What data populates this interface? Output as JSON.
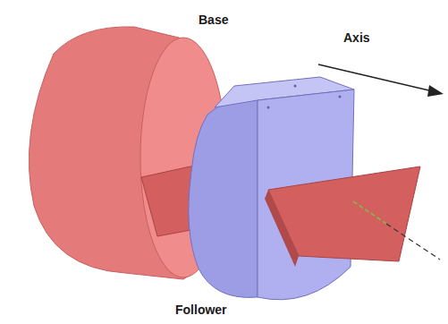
{
  "diagram": {
    "labels": [
      "Base",
      "Axis",
      "Follower"
    ]
  }
}
